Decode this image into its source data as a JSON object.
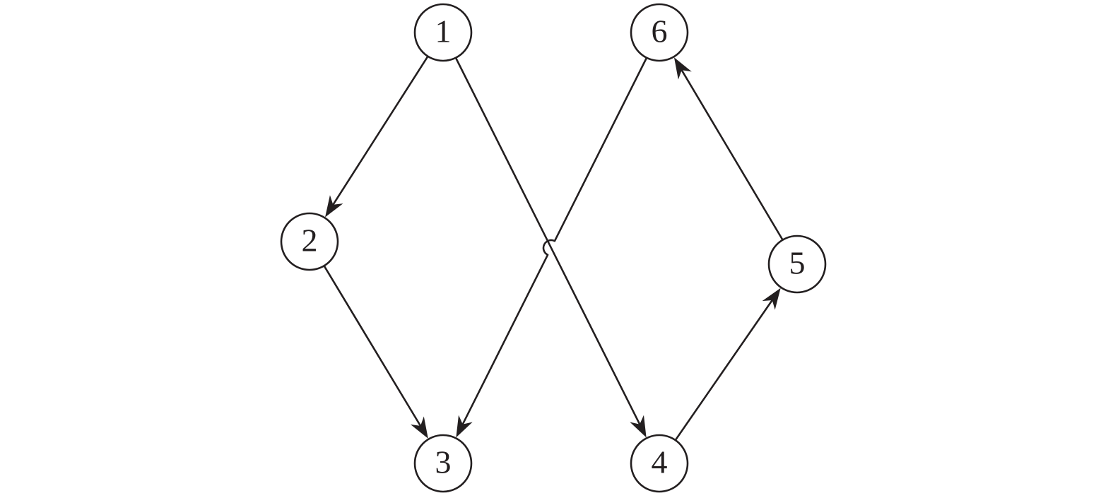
{
  "diagram": {
    "colors": {
      "stroke": "#231f20",
      "node_fill": "#ffffff",
      "background": "#ffffff"
    },
    "nodes": [
      {
        "id": "1",
        "label": "1"
      },
      {
        "id": "2",
        "label": "2"
      },
      {
        "id": "3",
        "label": "3"
      },
      {
        "id": "4",
        "label": "4"
      },
      {
        "id": "5",
        "label": "5"
      },
      {
        "id": "6",
        "label": "6"
      }
    ],
    "edges": [
      {
        "from": "1",
        "to": "2"
      },
      {
        "from": "2",
        "to": "3"
      },
      {
        "from": "1",
        "to": "4"
      },
      {
        "from": "6",
        "to": "3",
        "hop_over": true
      },
      {
        "from": "4",
        "to": "5"
      },
      {
        "from": "5",
        "to": "6"
      }
    ]
  }
}
